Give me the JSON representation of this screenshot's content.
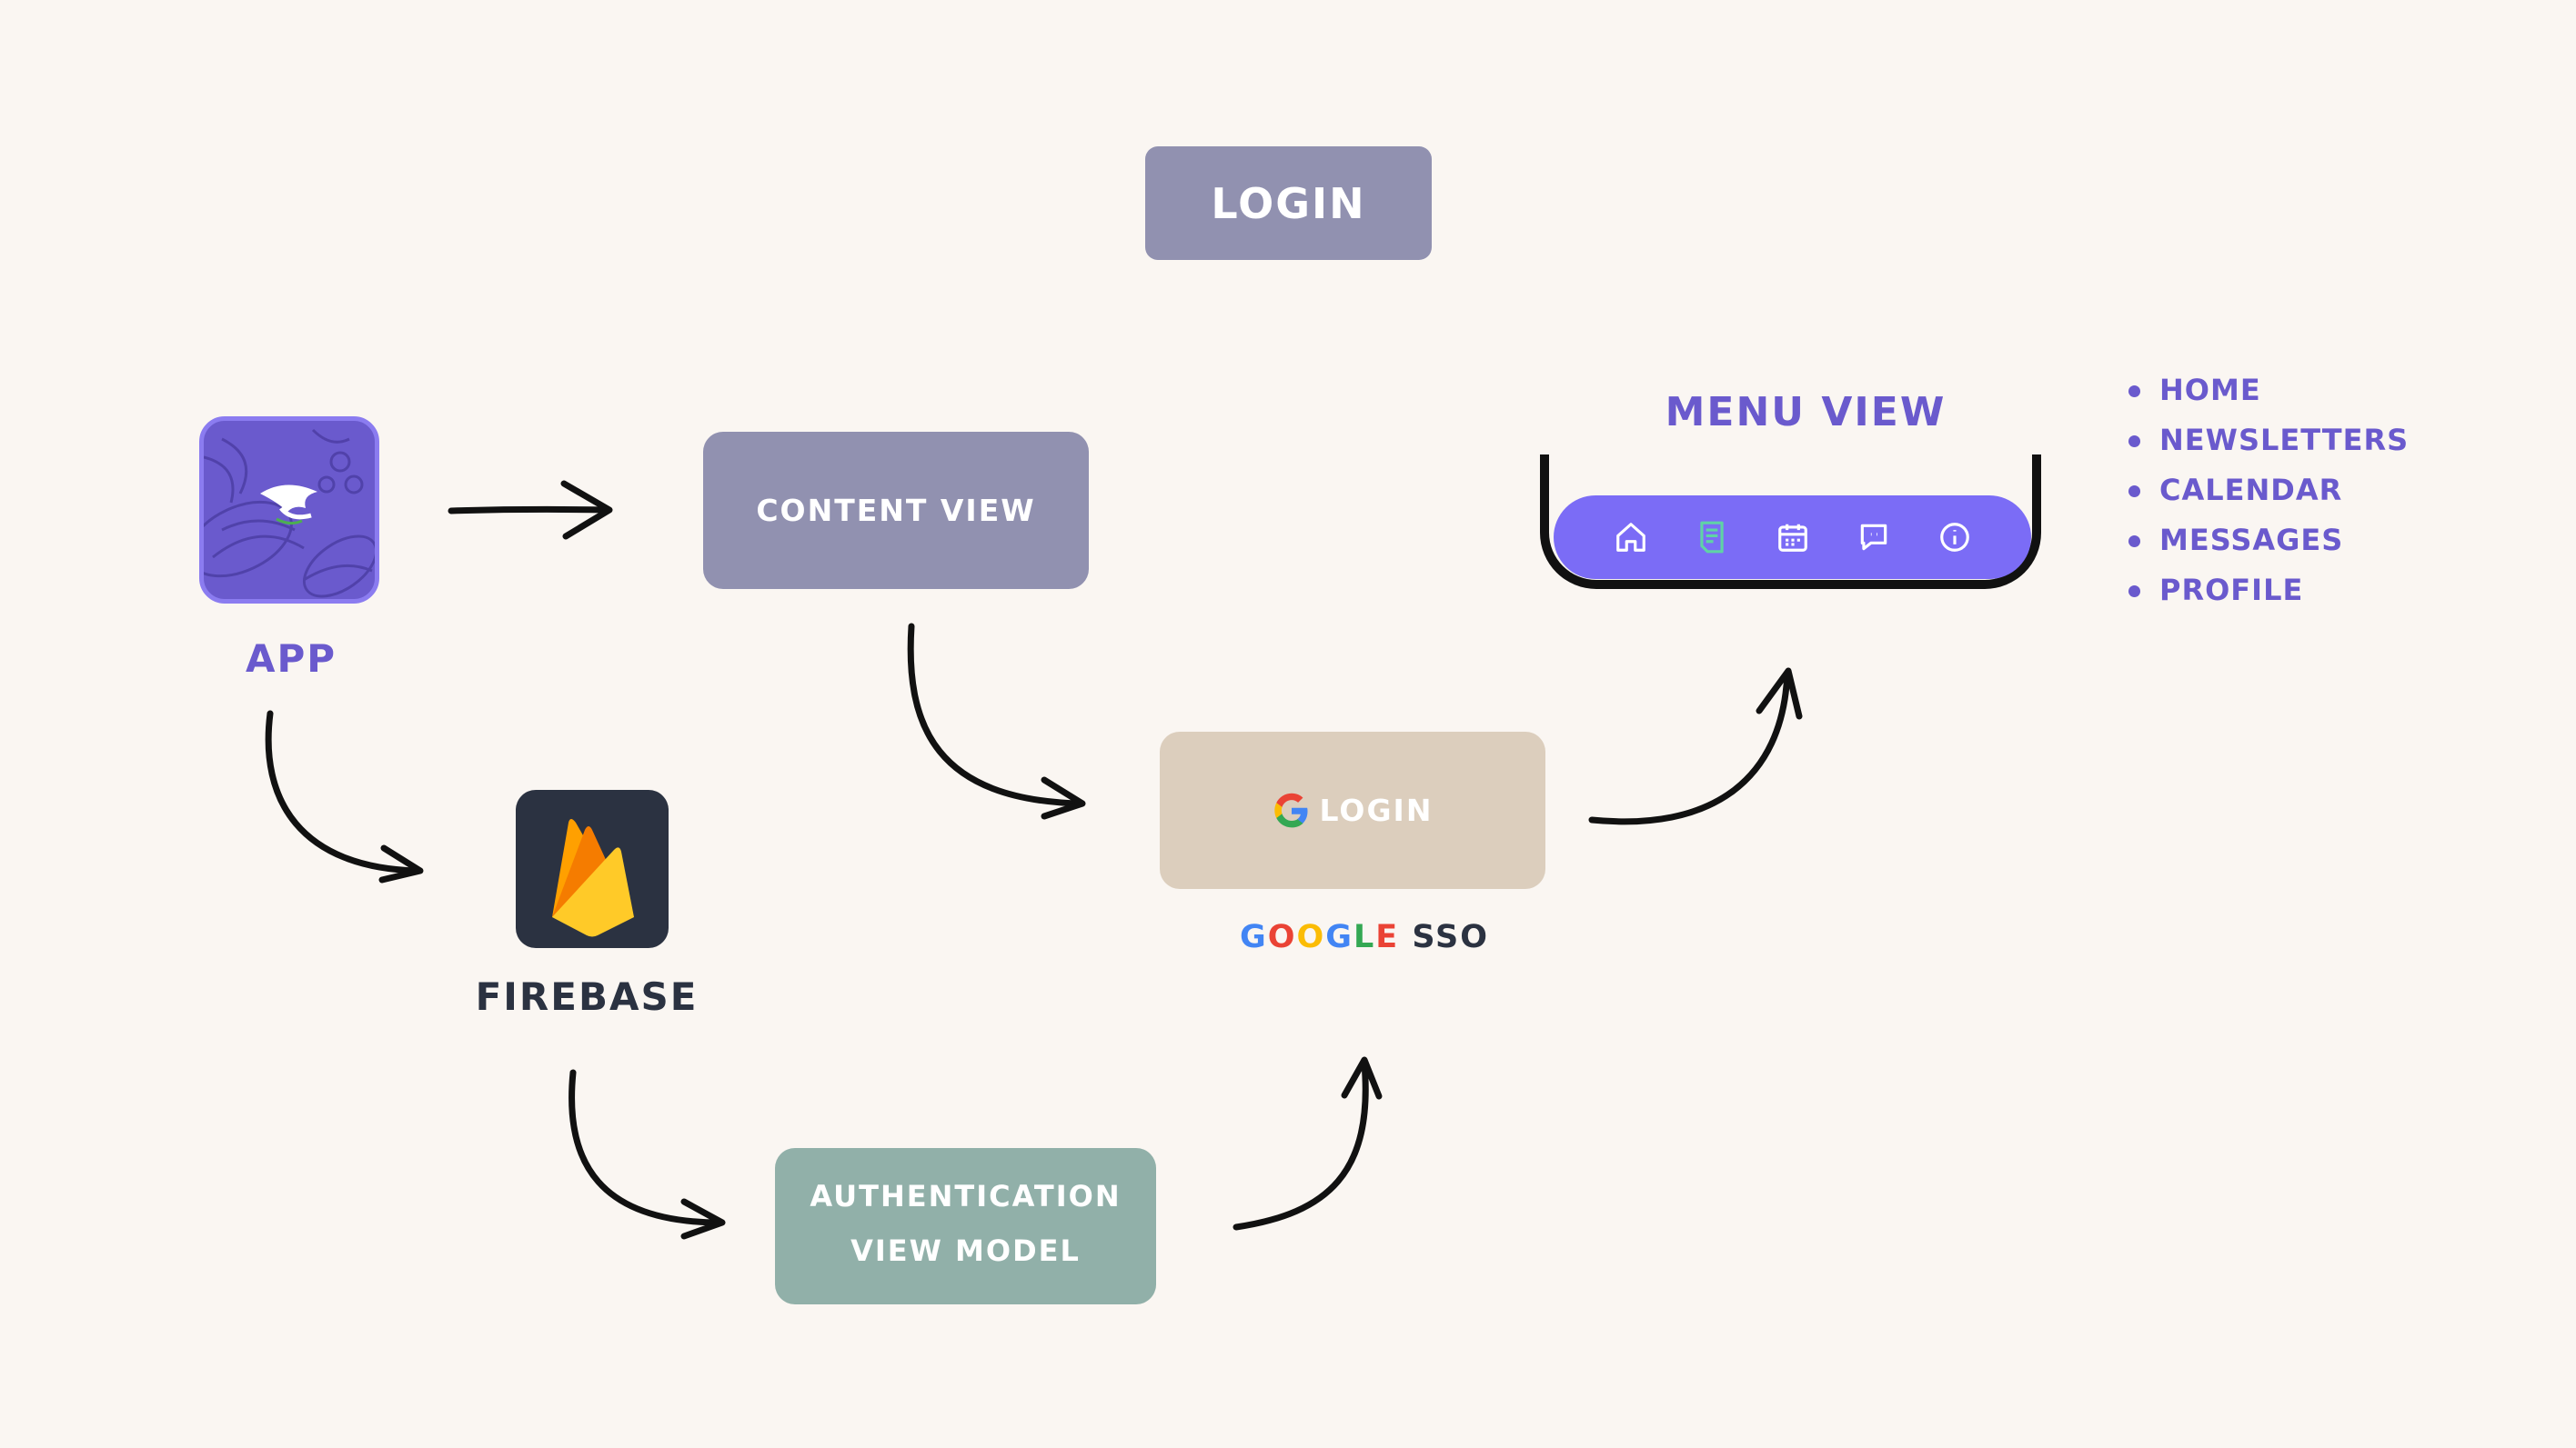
{
  "login_box": {
    "label": "LOGIN"
  },
  "app": {
    "label": "APP"
  },
  "content_view": {
    "label": "CONTENT VIEW"
  },
  "firebase": {
    "label": "FIREBASE"
  },
  "google_login": {
    "label": "LOGIN",
    "icon": "google-g-icon"
  },
  "google_sso": {
    "letters": [
      {
        "char": "G",
        "color": "#4285F4"
      },
      {
        "char": "O",
        "color": "#EA4335"
      },
      {
        "char": "O",
        "color": "#FBBC05"
      },
      {
        "char": "G",
        "color": "#4285F4"
      },
      {
        "char": "L",
        "color": "#34A853"
      },
      {
        "char": "E",
        "color": "#EA4335"
      }
    ],
    "suffix": "SSO"
  },
  "auth_view_model": {
    "line1": "AUTHENTICATION",
    "line2": "VIEW MODEL"
  },
  "menu_view": {
    "title": "MENU VIEW",
    "tab_icons": [
      "home-icon",
      "newsletter-icon",
      "calendar-icon",
      "messages-icon",
      "info-icon"
    ],
    "items": [
      "HOME",
      "NEWSLETTERS",
      "CALENDAR",
      "MESSAGES",
      "PROFILE"
    ]
  },
  "colors": {
    "background": "#faf6f2",
    "accent_purple": "#6a5acd",
    "box_gray": "#9191b0",
    "box_beige": "#dccebd",
    "box_green": "#91b0a9",
    "tabbar": "#7b6cf6",
    "dark": "#2b3241"
  }
}
